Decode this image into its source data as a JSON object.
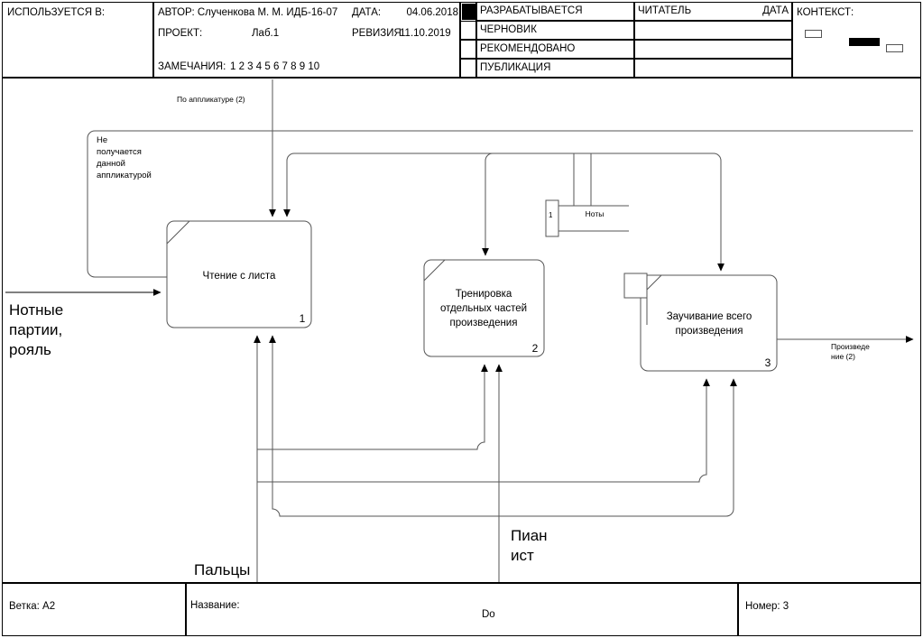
{
  "header": {
    "used_in_label": "ИСПОЛЬЗУЕТСЯ В:",
    "author_label": "АВТОР: Слученкова М. М. ИДБ-16-07",
    "date_label": "ДАТА:",
    "date_value": "04.06.2018",
    "project_label": "ПРОЕКТ:",
    "project_value": "Лаб.1",
    "revision_label": "РЕВИЗИЯ:",
    "revision_value": "11.10.2019",
    "notes_label": "ЗАМЕЧАНИЯ:",
    "notes_numbers": "1 2 3 4 5 6 7 8 9 10",
    "status_rows": [
      "РАЗРАБАТЫВАЕТСЯ",
      "ЧЕРНОВИК",
      "РЕКОМЕНДОВАНО",
      "ПУБЛИКАЦИЯ"
    ],
    "reader_label": "ЧИТАТЕЛЬ",
    "reader_date_label": "ДАТА",
    "context_label": "КОНТЕКСТ:"
  },
  "diagram": {
    "activities": [
      {
        "id": "a1",
        "label_lines": [
          "Чтение с листа"
        ],
        "number": "1"
      },
      {
        "id": "a2",
        "label_lines": [
          "Тренировка",
          "отдельных частей",
          "произведения"
        ],
        "number": "2"
      },
      {
        "id": "a3",
        "label_lines": [
          "Заучивание всего",
          "произведения"
        ],
        "number": "3"
      }
    ],
    "arrow_labels": {
      "input_left": [
        "Нотные",
        "партии,",
        "рояль"
      ],
      "control_top": "По аппликатуре (2)",
      "feedback": [
        "Не",
        "получается",
        "данной",
        "аппликатурой"
      ],
      "notes_box": "Ноты",
      "notes_tunnel": "1",
      "output_right": [
        "Произведе",
        "ние (2)"
      ],
      "mechanism_fingers": "Пальцы",
      "mechanism_pianist": [
        "Пиан",
        "ист"
      ]
    }
  },
  "footer": {
    "node_label": "Ветка: A2",
    "title_label": "Название:",
    "title_value": "Do",
    "number_label": "Номер: 3"
  }
}
